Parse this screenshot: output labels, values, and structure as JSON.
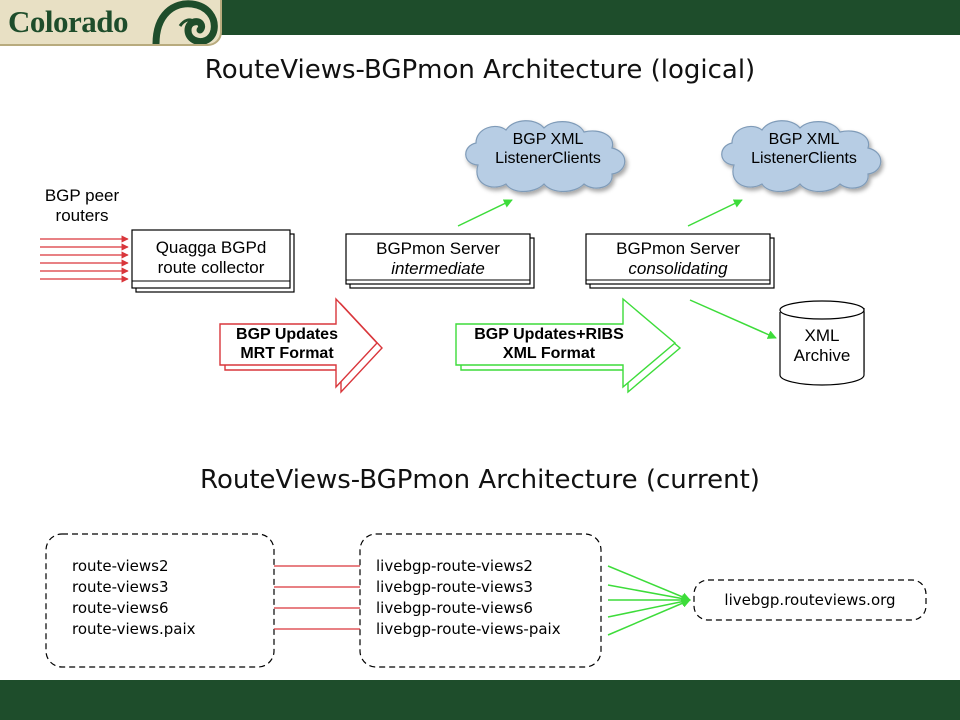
{
  "header": {
    "logo_text": "Colorado"
  },
  "titles": {
    "logical": "RouteViews-BGPmon Architecture (logical)",
    "current": "RouteViews-BGPmon Architecture (current)"
  },
  "logical": {
    "peer_label": [
      "BGP peer",
      "routers"
    ],
    "quagga": [
      "Quagga BGPd",
      "route collector"
    ],
    "server_intermediate": {
      "line1": "BGPmon Server",
      "line2": "intermediate"
    },
    "server_consolidating": {
      "line1": "BGPmon Server",
      "line2": "consolidating"
    },
    "cloud_left": [
      "BGP XML",
      "ListenerClients"
    ],
    "cloud_right": [
      "BGP XML",
      "ListenerClients"
    ],
    "arrow_mrt": [
      "BGP Updates",
      "MRT Format"
    ],
    "arrow_xml": [
      "BGP Updates+RIBS",
      "XML Format"
    ],
    "archive": [
      "XML",
      "Archive"
    ]
  },
  "current": {
    "collectors": [
      "route-views2",
      "route-views3",
      "route-views6",
      "route-views.paix"
    ],
    "live": [
      "livebgp-route-views2",
      "livebgp-route-views3",
      "livebgp-route-views6",
      "livebgp-route-views-paix"
    ],
    "site": "livebgp.routeviews.org"
  },
  "colors": {
    "brand_green": "#1e4d2b",
    "red": "#d9363b",
    "green": "#3ddc3a",
    "cloud": "#b7cde4"
  }
}
